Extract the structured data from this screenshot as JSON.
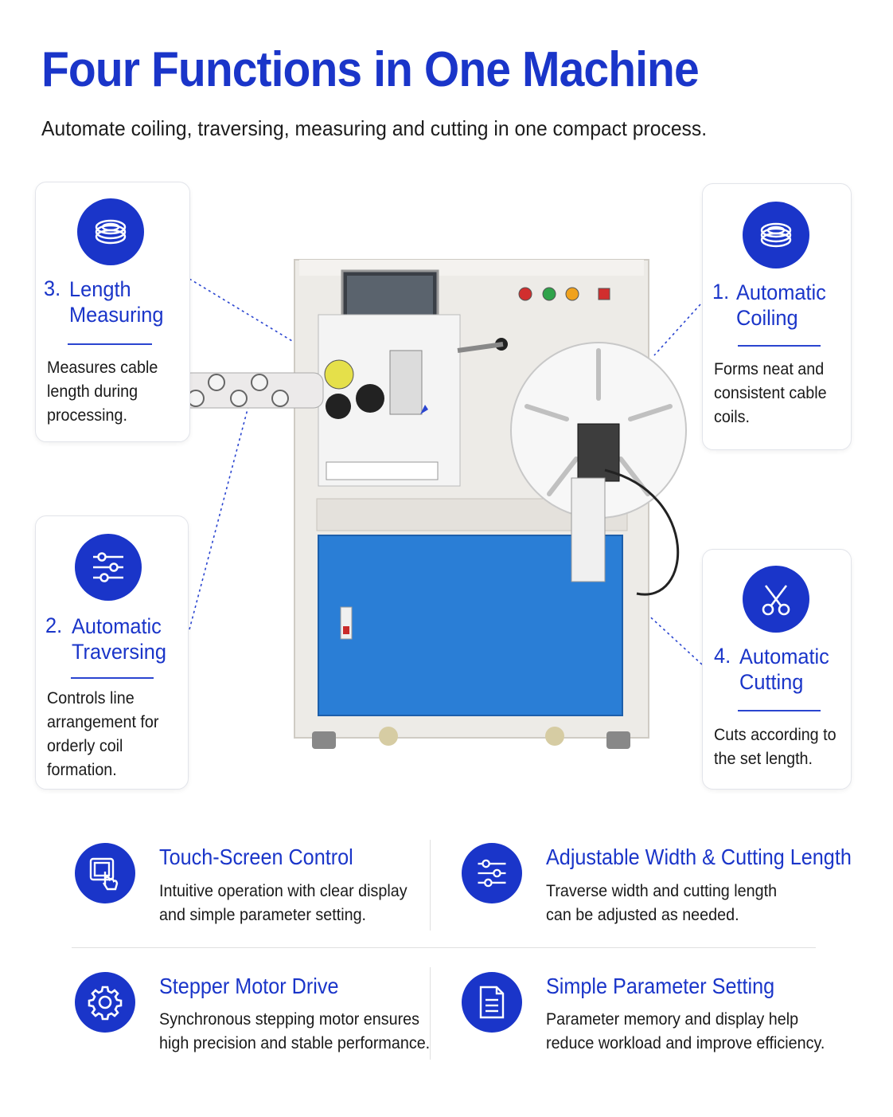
{
  "header": {
    "title": "Four Functions in One Machine",
    "subtitle": "Automate coiling, traversing, measuring and cutting in one compact process."
  },
  "functions": [
    {
      "number": "3.",
      "title_line1": "Length",
      "title_line2": "Measuring",
      "desc_line1": "Measures cable",
      "desc_line2": "length during",
      "desc_line3": "processing.",
      "icon": "coil-icon"
    },
    {
      "number": "2.",
      "title_line1": "Automatic",
      "title_line2": "Traversing",
      "desc_line1": "Controls line",
      "desc_line2": "arrangement for",
      "desc_line3": "orderly coil",
      "desc_line4": "formation.",
      "icon": "sliders-icon"
    },
    {
      "number": "1.",
      "title_line1": "Automatic",
      "title_line2": "Coiling",
      "desc_line1": "Forms neat and",
      "desc_line2": "consistent cable",
      "desc_line3": "coils.",
      "icon": "coil-icon"
    },
    {
      "number": "4.",
      "title_line1": "Automatic",
      "title_line2": "Cutting",
      "desc_line1": "Cuts according to",
      "desc_line2": "the set length.",
      "icon": "scissors-icon"
    }
  ],
  "features": [
    {
      "title": "Touch-Screen Control",
      "desc_line1": "Intuitive operation with clear display",
      "desc_line2": "and simple parameter setting.",
      "icon": "touch-screen-icon"
    },
    {
      "title": "Adjustable Width & Cutting Length",
      "desc_line1": "Traverse width and cutting length",
      "desc_line2": "can be adjusted as needed.",
      "icon": "sliders-icon"
    },
    {
      "title": "Stepper Motor Drive",
      "desc_line1": "Synchronous stepping motor ensures",
      "desc_line2": "high precision and stable performance.",
      "icon": "gear-icon"
    },
    {
      "title": "Simple Parameter Setting",
      "desc_line1": "Parameter memory and display help",
      "desc_line2": "reduce workload and improve efficiency.",
      "icon": "document-icon"
    }
  ],
  "colors": {
    "accent": "#1a35c9",
    "cabinet_blue": "#2a7ed6",
    "machine_body": "#eceae6"
  }
}
